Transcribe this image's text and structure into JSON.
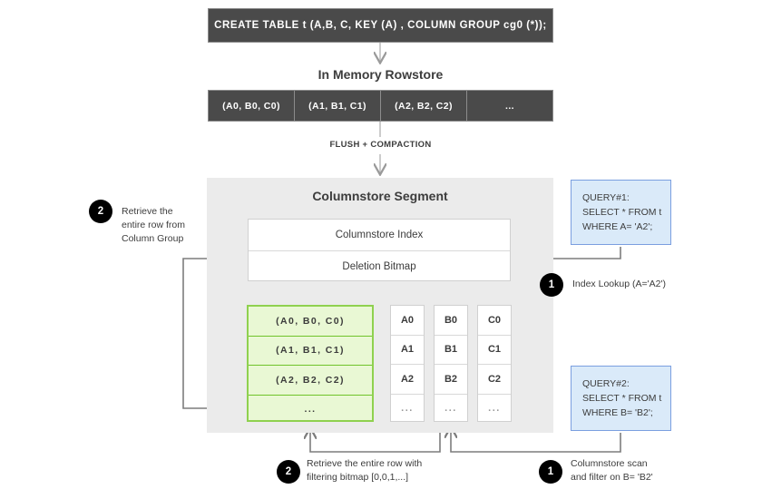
{
  "ddl": {
    "statement": "CREATE TABLE  t (A,B, C, KEY (A) , COLUMN GROUP cg0 (*));"
  },
  "rowstore": {
    "title": "In Memory Rowstore",
    "cells": [
      "(A0, B0, C0)",
      "(A1, B1, C1)",
      "(A2, B2, C2)",
      "..."
    ],
    "flush_label": "FLUSH + COMPACTION"
  },
  "segment": {
    "title": "Columnstore Segment",
    "index_label": "Columnstore Index",
    "deletion_label": "Deletion Bitmap",
    "column_group": {
      "rows": [
        "(A0, B0, C0)",
        "(A1, B1, C1)",
        "(A2, B2, C2)",
        "..."
      ]
    },
    "columns": [
      {
        "name": "A",
        "cells": [
          "A0",
          "A1",
          "A2",
          "..."
        ]
      },
      {
        "name": "B",
        "cells": [
          "B0",
          "B1",
          "B2",
          "..."
        ]
      },
      {
        "name": "C",
        "cells": [
          "C0",
          "C1",
          "C2",
          "..."
        ]
      }
    ]
  },
  "queries": [
    {
      "id": "query1",
      "lines": [
        "QUERY#1:",
        "SELECT * FROM t",
        "WHERE A= 'A2';"
      ]
    },
    {
      "id": "query2",
      "lines": [
        "QUERY#2:",
        "SELECT * FROM t",
        "WHERE B= 'B2';"
      ]
    }
  ],
  "annotations": {
    "left_step": {
      "badge": "2",
      "lines": [
        "Retrieve the",
        "entire row from",
        "Column Group"
      ]
    },
    "index_lookup_step": {
      "badge": "1",
      "lines": [
        "Index Lookup (A='A2')"
      ]
    },
    "bottom_retrieve_step": {
      "badge": "2",
      "lines": [
        "Retrieve the entire row with",
        "filtering bitmap [0,0,1,...]"
      ]
    },
    "bottom_scan_step": {
      "badge": "1",
      "lines": [
        "Columnstore scan",
        "and filter on B= 'B2'"
      ]
    }
  },
  "colors": {
    "dark_bar": "#4a4a4a",
    "segment_bg": "#ebebeb",
    "column_group_border": "#8fd14f",
    "column_group_fill": "#e9f8d4",
    "query_fill": "#daeaf9",
    "query_border": "#7b9fe0",
    "wire": "#7d7d7d",
    "badge": "#000000"
  }
}
